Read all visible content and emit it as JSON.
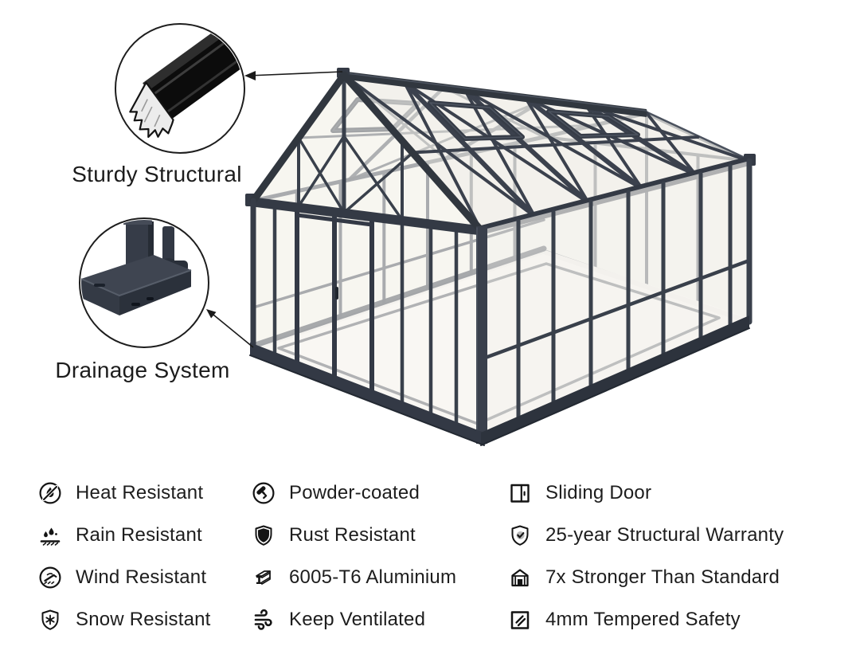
{
  "illustration": {
    "subject": "dark aluminium frame greenhouse with clear glass panels",
    "frame_color": "#363c47",
    "glass_color": "#f6f4ef"
  },
  "callouts": [
    {
      "label": "Sturdy Structural",
      "thumbnail": "aluminium-profile-cross-section"
    },
    {
      "label": "Drainage System",
      "thumbnail": "base-corner-drainage-closeup"
    }
  ],
  "features": {
    "text_color": "#1d1d1d",
    "columns": [
      {
        "items": [
          {
            "icon": "no-fire-icon",
            "label": "Heat Resistant"
          },
          {
            "icon": "rain-icon",
            "label": "Rain Resistant"
          },
          {
            "icon": "wind-circle-icon",
            "label": "Wind Resistant"
          },
          {
            "icon": "snowflake-shield-icon",
            "label": "Snow Resistant"
          }
        ]
      },
      {
        "items": [
          {
            "icon": "paint-roller-icon",
            "label": "Powder-coated"
          },
          {
            "icon": "solid-shield-icon",
            "label": "Rust Resistant"
          },
          {
            "icon": "metal-profile-icon",
            "label": "6005-T6 Aluminium"
          },
          {
            "icon": "airflow-icon",
            "label": "Keep Ventilated"
          }
        ]
      },
      {
        "items": [
          {
            "icon": "sliding-door-icon",
            "label": "Sliding Door"
          },
          {
            "icon": "shield-check-icon",
            "label": "25-year Structural Warranty"
          },
          {
            "icon": "greenhouse-icon",
            "label": "7x Stronger Than Standard"
          },
          {
            "icon": "tempered-glass-icon",
            "label": "4mm Tempered Safety"
          }
        ]
      }
    ]
  }
}
